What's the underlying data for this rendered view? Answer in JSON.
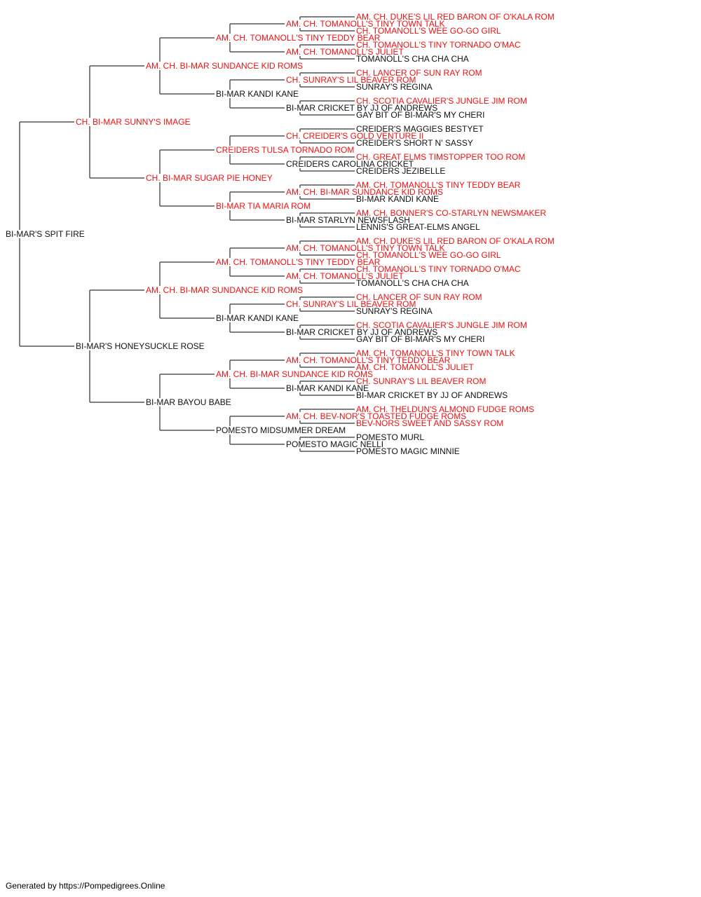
{
  "colors": {
    "champion": "#ee1111",
    "regular": "#111111",
    "connector": "#555555"
  },
  "footer": "Generated by https://Pompedigrees.Online",
  "pedigree": {
    "name": "BI-MAR'S SPIT FIRE",
    "champion": false,
    "sire": {
      "name": "CH. BI-MAR SUNNY'S IMAGE",
      "champion": true,
      "sire": {
        "name": "AM. CH. BI-MAR SUNDANCE KID ROMS",
        "champion": true,
        "sire": {
          "name": "AM. CH. TOMANOLL'S TINY TEDDY BEAR",
          "champion": true,
          "sire": {
            "name": "AM. CH. TOMANOLL'S TINY TOWN TALK",
            "champion": true,
            "sire": {
              "name": "AM. CH. DUKE'S LIL RED BARON OF O'KALA ROM",
              "champion": true
            },
            "dam": {
              "name": "CH. TOMANOLL'S WEE GO-GO GIRL",
              "champion": true
            }
          },
          "dam": {
            "name": "AM. CH. TOMANOLL'S JULIET",
            "champion": true,
            "sire": {
              "name": "CH. TOMANOLL'S TINY TORNADO O'MAC",
              "champion": true
            },
            "dam": {
              "name": "TOMANOLL'S CHA CHA CHA",
              "champion": false
            }
          }
        },
        "dam": {
          "name": "BI-MAR KANDI KANE",
          "champion": false,
          "sire": {
            "name": "CH. SUNRAY'S LIL BEAVER ROM",
            "champion": true,
            "sire": {
              "name": "CH. LANCER OF SUN RAY ROM",
              "champion": true
            },
            "dam": {
              "name": "SUNRAY'S REGINA",
              "champion": false
            }
          },
          "dam": {
            "name": "BI-MAR CRICKET BY JJ OF ANDREWS",
            "champion": false,
            "sire": {
              "name": "CH. SCOTIA CAVALIER'S JUNGLE JIM ROM",
              "champion": true
            },
            "dam": {
              "name": "GAY BIT OF BI-MAR'S MY CHERI",
              "champion": false
            }
          }
        }
      },
      "dam": {
        "name": "CH. BI-MAR SUGAR PIE HONEY",
        "champion": true,
        "sire": {
          "name": "CREIDERS TULSA TORNADO ROM",
          "champion": true,
          "sire": {
            "name": "CH. CREIDER'S GOLD VENTURE II",
            "champion": true,
            "sire": {
              "name": "CREIDER'S MAGGIES BESTYET",
              "champion": false
            },
            "dam": {
              "name": "CREIDER'S SHORT N' SASSY",
              "champion": false
            }
          },
          "dam": {
            "name": "CREIDERS CAROLINA CRICKET",
            "champion": false,
            "sire": {
              "name": "CH. GREAT ELMS TIMSTOPPER TOO ROM",
              "champion": true
            },
            "dam": {
              "name": "CREIDERS JEZIBELLE",
              "champion": false
            }
          }
        },
        "dam": {
          "name": "BI-MAR TIA MARIA ROM",
          "champion": true,
          "sire": {
            "name": "AM. CH. BI-MAR SUNDANCE KID ROMS",
            "champion": true,
            "sire": {
              "name": "AM. CH. TOMANOLL'S TINY TEDDY BEAR",
              "champion": true
            },
            "dam": {
              "name": "BI-MAR KANDI KANE",
              "champion": false
            }
          },
          "dam": {
            "name": "BI-MAR STARLYN NEWSFLASH",
            "champion": false,
            "sire": {
              "name": "AM. CH. BONNER'S CO-STARLYN NEWSMAKER",
              "champion": true
            },
            "dam": {
              "name": "LENNIS'S GREAT-ELMS ANGEL",
              "champion": false
            }
          }
        }
      }
    },
    "dam": {
      "name": "BI-MAR'S HONEYSUCKLE ROSE",
      "champion": false,
      "sire": {
        "name": "AM. CH. BI-MAR SUNDANCE KID ROMS",
        "champion": true,
        "sire": {
          "name": "AM. CH. TOMANOLL'S TINY TEDDY BEAR",
          "champion": true,
          "sire": {
            "name": "AM. CH. TOMANOLL'S TINY TOWN TALK",
            "champion": true,
            "sire": {
              "name": "AM. CH. DUKE'S LIL RED BARON OF O'KALA ROM",
              "champion": true
            },
            "dam": {
              "name": "CH. TOMANOLL'S WEE GO-GO GIRL",
              "champion": true
            }
          },
          "dam": {
            "name": "AM. CH. TOMANOLL'S JULIET",
            "champion": true,
            "sire": {
              "name": "CH. TOMANOLL'S TINY TORNADO O'MAC",
              "champion": true
            },
            "dam": {
              "name": "TOMANOLL'S CHA CHA CHA",
              "champion": false
            }
          }
        },
        "dam": {
          "name": "BI-MAR KANDI KANE",
          "champion": false,
          "sire": {
            "name": "CH. SUNRAY'S LIL BEAVER ROM",
            "champion": true,
            "sire": {
              "name": "CH. LANCER OF SUN RAY ROM",
              "champion": true
            },
            "dam": {
              "name": "SUNRAY'S REGINA",
              "champion": false
            }
          },
          "dam": {
            "name": "BI-MAR CRICKET BY JJ OF ANDREWS",
            "champion": false,
            "sire": {
              "name": "CH. SCOTIA CAVALIER'S JUNGLE JIM ROM",
              "champion": true
            },
            "dam": {
              "name": "GAY BIT OF BI-MAR'S MY CHERI",
              "champion": false
            }
          }
        }
      },
      "dam": {
        "name": "BI-MAR BAYOU BABE",
        "champion": false,
        "sire": {
          "name": "AM. CH. BI-MAR SUNDANCE KID ROMS",
          "champion": true,
          "sire": {
            "name": "AM. CH. TOMANOLL'S TINY TEDDY BEAR",
            "champion": true,
            "sire": {
              "name": "AM. CH. TOMANOLL'S TINY TOWN TALK",
              "champion": true
            },
            "dam": {
              "name": "AM. CH. TOMANOLL'S JULIET",
              "champion": true
            }
          },
          "dam": {
            "name": "BI-MAR KANDI KANE",
            "champion": false,
            "sire": {
              "name": "CH. SUNRAY'S LIL BEAVER ROM",
              "champion": true
            },
            "dam": {
              "name": "BI-MAR CRICKET BY JJ OF ANDREWS",
              "champion": false
            }
          }
        },
        "dam": {
          "name": "POMESTO MIDSUMMER DREAM",
          "champion": false,
          "sire": {
            "name": "AM. CH. BEV-NOR'S TOASTED FUDGE ROMS",
            "champion": true,
            "sire": {
              "name": "AM. CH. THELDUN'S ALMOND FUDGE ROMS",
              "champion": true
            },
            "dam": {
              "name": "BEV-NORS SWEET AND SASSY ROM",
              "champion": true
            }
          },
          "dam": {
            "name": "POMESTO MAGIC NELLI",
            "champion": false,
            "sire": {
              "name": "POMESTO MURL",
              "champion": false
            },
            "dam": {
              "name": "POMESTO MAGIC MINNIE",
              "champion": false
            }
          }
        }
      }
    }
  }
}
